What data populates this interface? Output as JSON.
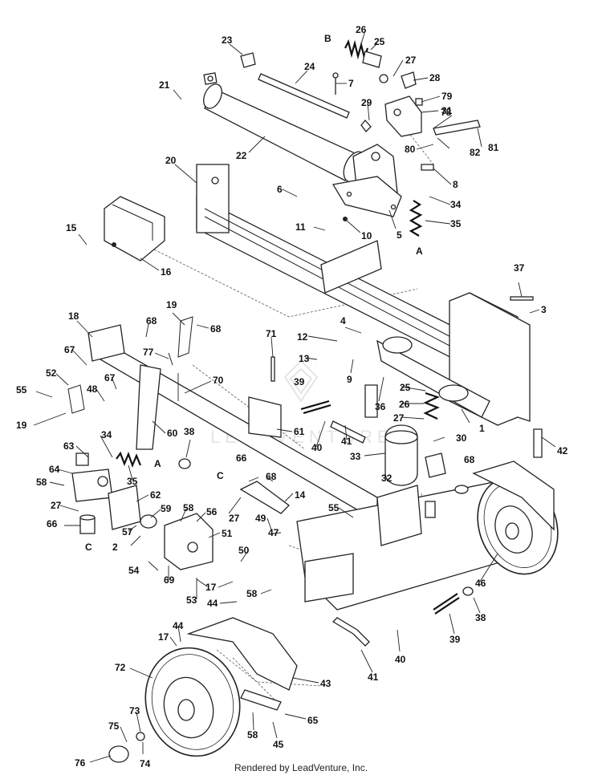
{
  "footer": "Rendered by LeadVenture, Inc.",
  "watermark": "LEADVENTURE",
  "callouts": {
    "c1": "1",
    "c2": "2",
    "c3": "3",
    "c4": "4",
    "c5": "5",
    "c6": "6",
    "c7": "7",
    "c8": "8",
    "c9": "9",
    "c10": "10",
    "c11": "11",
    "c12": "12",
    "c13": "13",
    "c14": "14",
    "c15": "15",
    "c16": "16",
    "c17a": "17",
    "c17b": "17",
    "c18": "18",
    "c19a": "19",
    "c19b": "19",
    "c20": "20",
    "c21": "21",
    "c22": "22",
    "c23": "23",
    "c24": "24",
    "c25a": "25",
    "c25b": "25",
    "c26a": "26",
    "c26b": "26",
    "c27a": "27",
    "c27b": "27",
    "c27c": "27",
    "c27d": "27",
    "c28": "28",
    "c29": "29",
    "c30": "30",
    "c31": "31",
    "c32": "32",
    "c33": "33",
    "c34a": "34",
    "c34b": "34",
    "c35a": "35",
    "c35b": "35",
    "c36": "36",
    "c37": "37",
    "c38a": "38",
    "c38b": "38",
    "c39a": "39",
    "c39b": "39",
    "c40a": "40",
    "c40b": "40",
    "c41a": "41",
    "c41b": "41",
    "c42": "42",
    "c43": "43",
    "c44a": "44",
    "c44b": "44",
    "c45": "45",
    "c46": "46",
    "c47": "47",
    "c48": "48",
    "c49": "49",
    "c50": "50",
    "c51": "51",
    "c52": "52",
    "c53": "53",
    "c54": "54",
    "c55a": "55",
    "c55b": "55",
    "c56": "56",
    "c57": "57",
    "c58a": "58",
    "c58b": "58",
    "c58c": "58",
    "c58d": "58",
    "c59": "59",
    "c60": "60",
    "c61": "61",
    "c62": "62",
    "c63": "63",
    "c64": "64",
    "c65": "65",
    "c66a": "66",
    "c66b": "66",
    "c67a": "67",
    "c67b": "67",
    "c68a": "68",
    "c68b": "68",
    "c68c": "68",
    "c68d": "68",
    "c69": "69",
    "c70": "70",
    "c71": "71",
    "c72": "72",
    "c73": "73",
    "c74": "74",
    "c75": "75",
    "c76": "76",
    "c77": "77",
    "c78": "78",
    "c79": "79",
    "c80": "80",
    "c81": "81",
    "c82": "82",
    "mA1": "A",
    "mA2": "A",
    "mB": "B",
    "mC1": "C",
    "mC2": "C"
  }
}
